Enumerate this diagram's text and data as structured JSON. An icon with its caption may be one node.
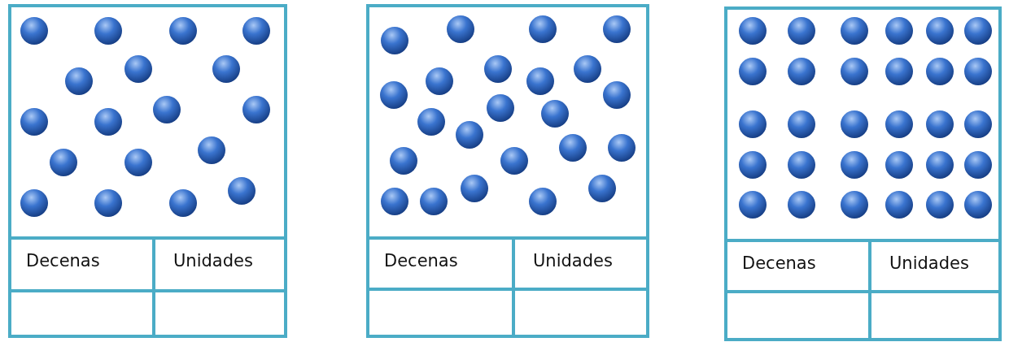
{
  "diagram": {
    "labels": [
      "Decenas",
      "Unidades",
      "Decenas",
      "Unidades",
      "Decenas",
      "Unidades"
    ]
  }
}
